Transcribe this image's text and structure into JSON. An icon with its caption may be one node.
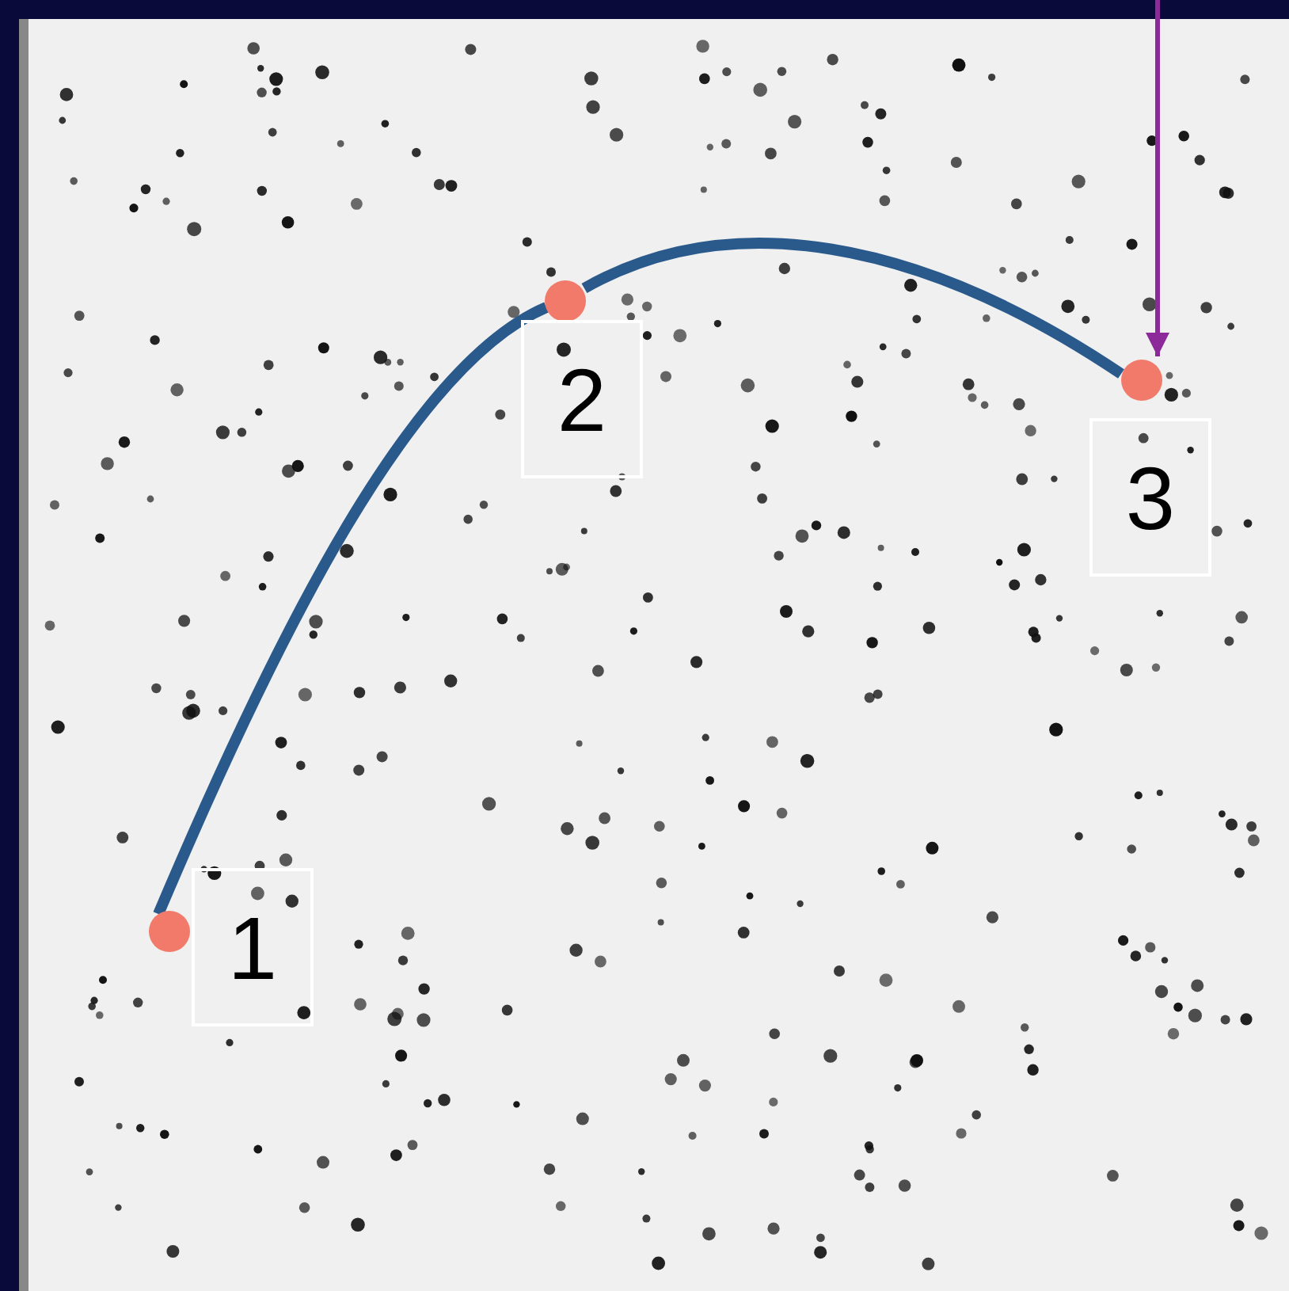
{
  "diagram": {
    "nodes": [
      {
        "text": [],
        "shape": "circle"
      },
      {
        "text": [],
        "shape": "circle"
      },
      {
        "text": [],
        "shape": "circle"
      },
      {
        "text": [
          "1"
        ]
      },
      {
        "text": [
          "2"
        ]
      },
      {
        "text": [
          "3"
        ]
      }
    ],
    "edges": [
      {
        "from": 0,
        "to": 1,
        "arrow": "none"
      },
      {
        "from": 1,
        "to": 2,
        "arrow": "none"
      },
      {
        "from": null,
        "to": 2,
        "arrow": "to",
        "color": "#8b2a98"
      }
    ]
  }
}
